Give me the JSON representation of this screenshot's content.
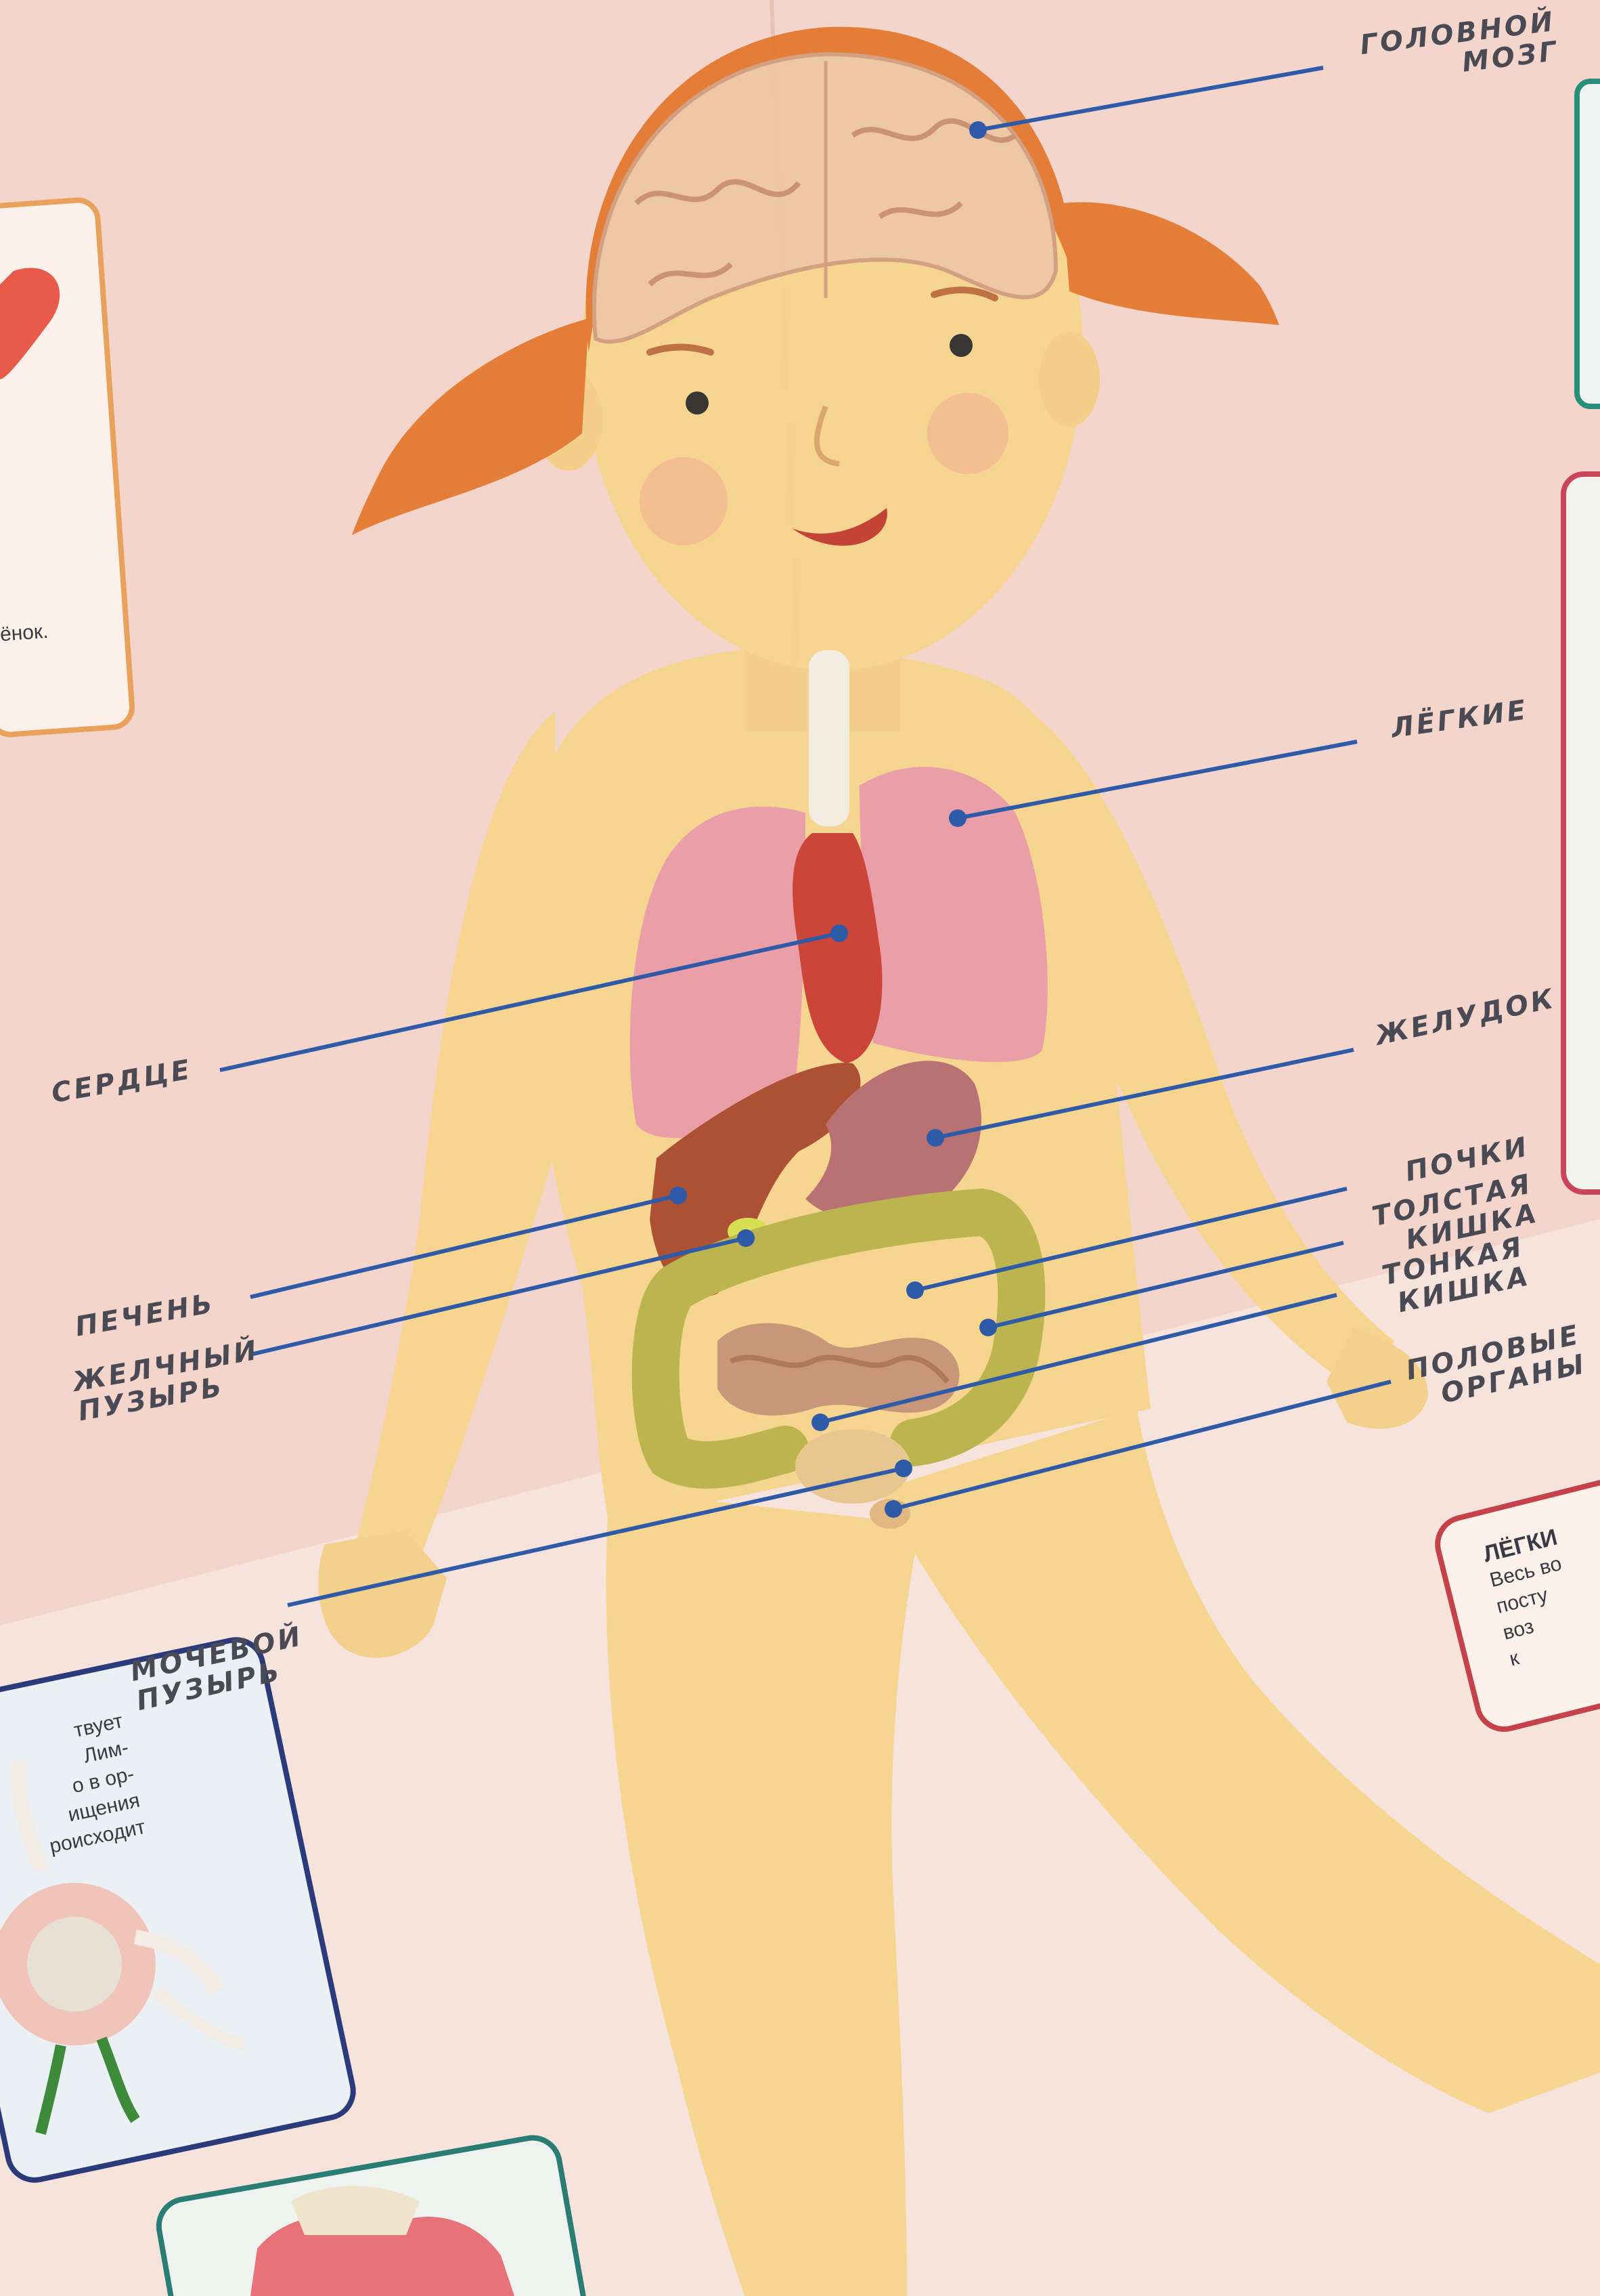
{
  "labels": {
    "brain": [
      "ГОЛОВНОЙ",
      "МОЗГ"
    ],
    "lungs": [
      "ЛЁГКИЕ"
    ],
    "heart": [
      "СЕРДЦЕ"
    ],
    "stomach": [
      "ЖЕЛУДОК"
    ],
    "kidneys": [
      "ПОЧКИ"
    ],
    "large_intestine": [
      "ТОЛСТАЯ",
      "КИШКА"
    ],
    "small_intestine": [
      "ТОНКАЯ",
      "КИШКА"
    ],
    "liver": [
      "ПЕЧЕНЬ"
    ],
    "gallbladder": [
      "ЖЕЛЧНЫЙ",
      "ПУЗЫРЬ"
    ],
    "genitals": [
      "ПОЛОВЫЕ",
      "ОРГАНЫ"
    ],
    "bladder": [
      "МОЧЕВОЙ",
      "ПУЗЫРЬ"
    ]
  },
  "fragments": {
    "left_top": "ёнок.",
    "left_bottom": [
      "твует",
      "Лим-",
      "о в ор-",
      "ищения",
      "роисходит"
    ],
    "right_card_title": "ЛЁГКИ",
    "right_card": [
      "Весь во",
      "посту",
      "воз",
      "к"
    ]
  },
  "colors": {
    "label_text": "#4a4a55",
    "leader_line": "#2e5aa8",
    "skin": "#f6d58c",
    "hair": "#e2772c",
    "lungs": "#ea9aa6",
    "heart": "#c93b2e",
    "liver": "#a8482a",
    "stomach": "#b56b6d",
    "large_intestine": "#b8b245",
    "small_intestine": "#c59272"
  }
}
